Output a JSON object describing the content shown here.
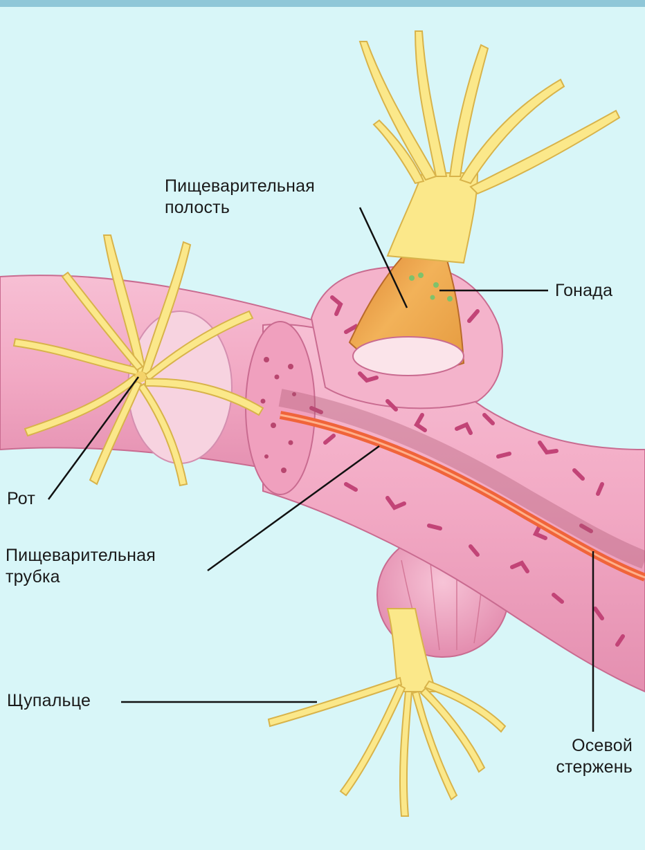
{
  "labels": {
    "digestive_cavity": [
      "Пищеварительная",
      "полость"
    ],
    "gonad": [
      "Гонада"
    ],
    "mouth": [
      "Рот"
    ],
    "digestive_tube": [
      "Пищеварительная",
      "трубка"
    ],
    "tentacle": [
      "Щупальце"
    ],
    "axial_rod": [
      "Осевой",
      "стержень"
    ]
  },
  "colors": {
    "background": "#d8f6f8",
    "branch": "#f2a9c4",
    "branch_dark": "#d77a9c",
    "tentacle": "#fbe88a",
    "axial_rod": "#f0643a",
    "leader_line": "#111111"
  }
}
